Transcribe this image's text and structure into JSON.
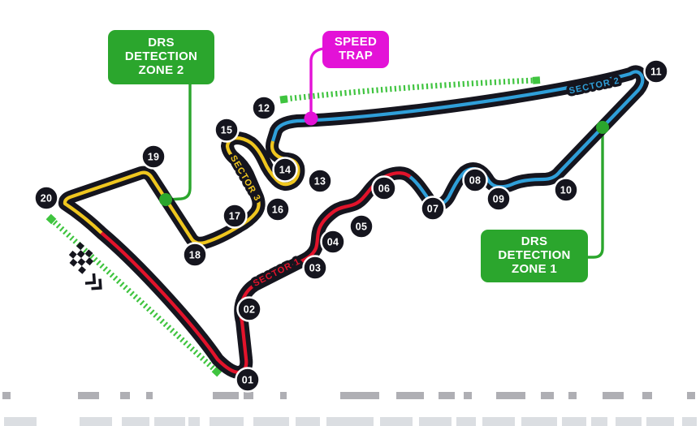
{
  "colors": {
    "track": "#15151e",
    "sector1": "#e2132b",
    "sector2": "#2f9fd9",
    "sector3": "#efc61f",
    "drs_green": "#2ba62d",
    "dash_green": "#3fc43f",
    "magenta": "#e312d7",
    "background": "#ffffff"
  },
  "callouts": {
    "drs_zone2": [
      "DRS",
      "DETECTION",
      "ZONE 2"
    ],
    "speed_trap": [
      "SPEED",
      "TRAP"
    ],
    "drs_zone1": [
      "DRS",
      "DETECTION",
      "ZONE 1"
    ]
  },
  "sectors": {
    "s1": "SECTOR 1",
    "s2": "SECTOR 2",
    "s3": "SECTOR 3"
  },
  "turns": [
    "01",
    "02",
    "03",
    "04",
    "05",
    "06",
    "07",
    "08",
    "09",
    "10",
    "11",
    "12",
    "13",
    "14",
    "15",
    "16",
    "17",
    "18",
    "19",
    "20"
  ]
}
